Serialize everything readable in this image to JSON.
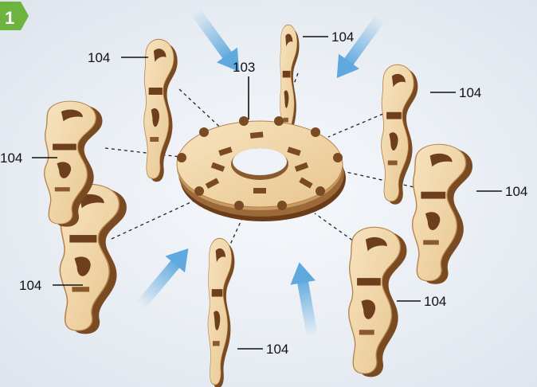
{
  "step": {
    "number": "1",
    "badge_color": "#6cb33f"
  },
  "hub": {
    "part_label": "103"
  },
  "legs": [
    {
      "id": "top-left",
      "part_label": "104"
    },
    {
      "id": "top-center",
      "part_label": "104"
    },
    {
      "id": "upper-right",
      "part_label": "104"
    },
    {
      "id": "far-right",
      "part_label": "104"
    },
    {
      "id": "lower-right",
      "part_label": "104"
    },
    {
      "id": "bottom-center",
      "part_label": "104"
    },
    {
      "id": "lower-left",
      "part_label": "104"
    },
    {
      "id": "far-left",
      "part_label": "104"
    }
  ],
  "colors": {
    "wood_light": "#f3d8aa",
    "wood_mid": "#d9b07a",
    "wood_dark": "#7a4a22",
    "arrow": "#5fa9de"
  }
}
